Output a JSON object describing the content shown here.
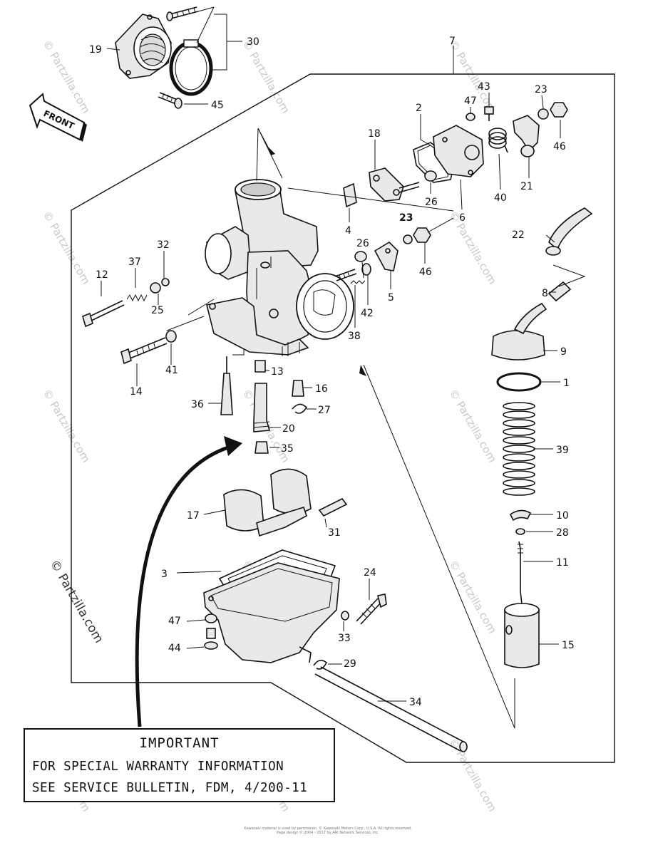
{
  "watermark": "© Partzilla.com",
  "front_label": "FRONT",
  "callouts": {
    "c1": "1",
    "c2": "2",
    "c3": "3",
    "c4": "4",
    "c5": "5",
    "c6": "6",
    "c7": "7",
    "c8": "8",
    "c9": "9",
    "c10": "10",
    "c11": "11",
    "c12": "12",
    "c13": "13",
    "c14": "14",
    "c15": "15",
    "c16": "16",
    "c17": "17",
    "c18": "18",
    "c19": "19",
    "c20": "20",
    "c21": "21",
    "c22": "22",
    "c23a": "23",
    "c23b": "23",
    "c24": "24",
    "c25": "25",
    "c26a": "26",
    "c26b": "26",
    "c27": "27",
    "c28": "28",
    "c29": "29",
    "c30": "30",
    "c31": "31",
    "c32": "32",
    "c33": "33",
    "c34": "34",
    "c35": "35",
    "c36": "36",
    "c37": "37",
    "c38": "38",
    "c39": "39",
    "c40": "40",
    "c41": "41",
    "c42": "42",
    "c43": "43",
    "c44": "44",
    "c45": "45",
    "c46a": "46",
    "c46b": "46",
    "c47a": "47",
    "c47b": "47"
  },
  "notice": {
    "title": "IMPORTANT",
    "line1": "FOR SPECIAL WARRANTY INFORMATION",
    "line2": "SEE SERVICE BULLETIN, FDM, 4/200-11"
  },
  "copyright": {
    "line1": "Kawasaki material is used by permission. © Kawasaki Motors Corp., U.S.A. All rights reserved.",
    "line2": "Page design © 2004 - 2017 by ARI Network Services, Inc."
  }
}
